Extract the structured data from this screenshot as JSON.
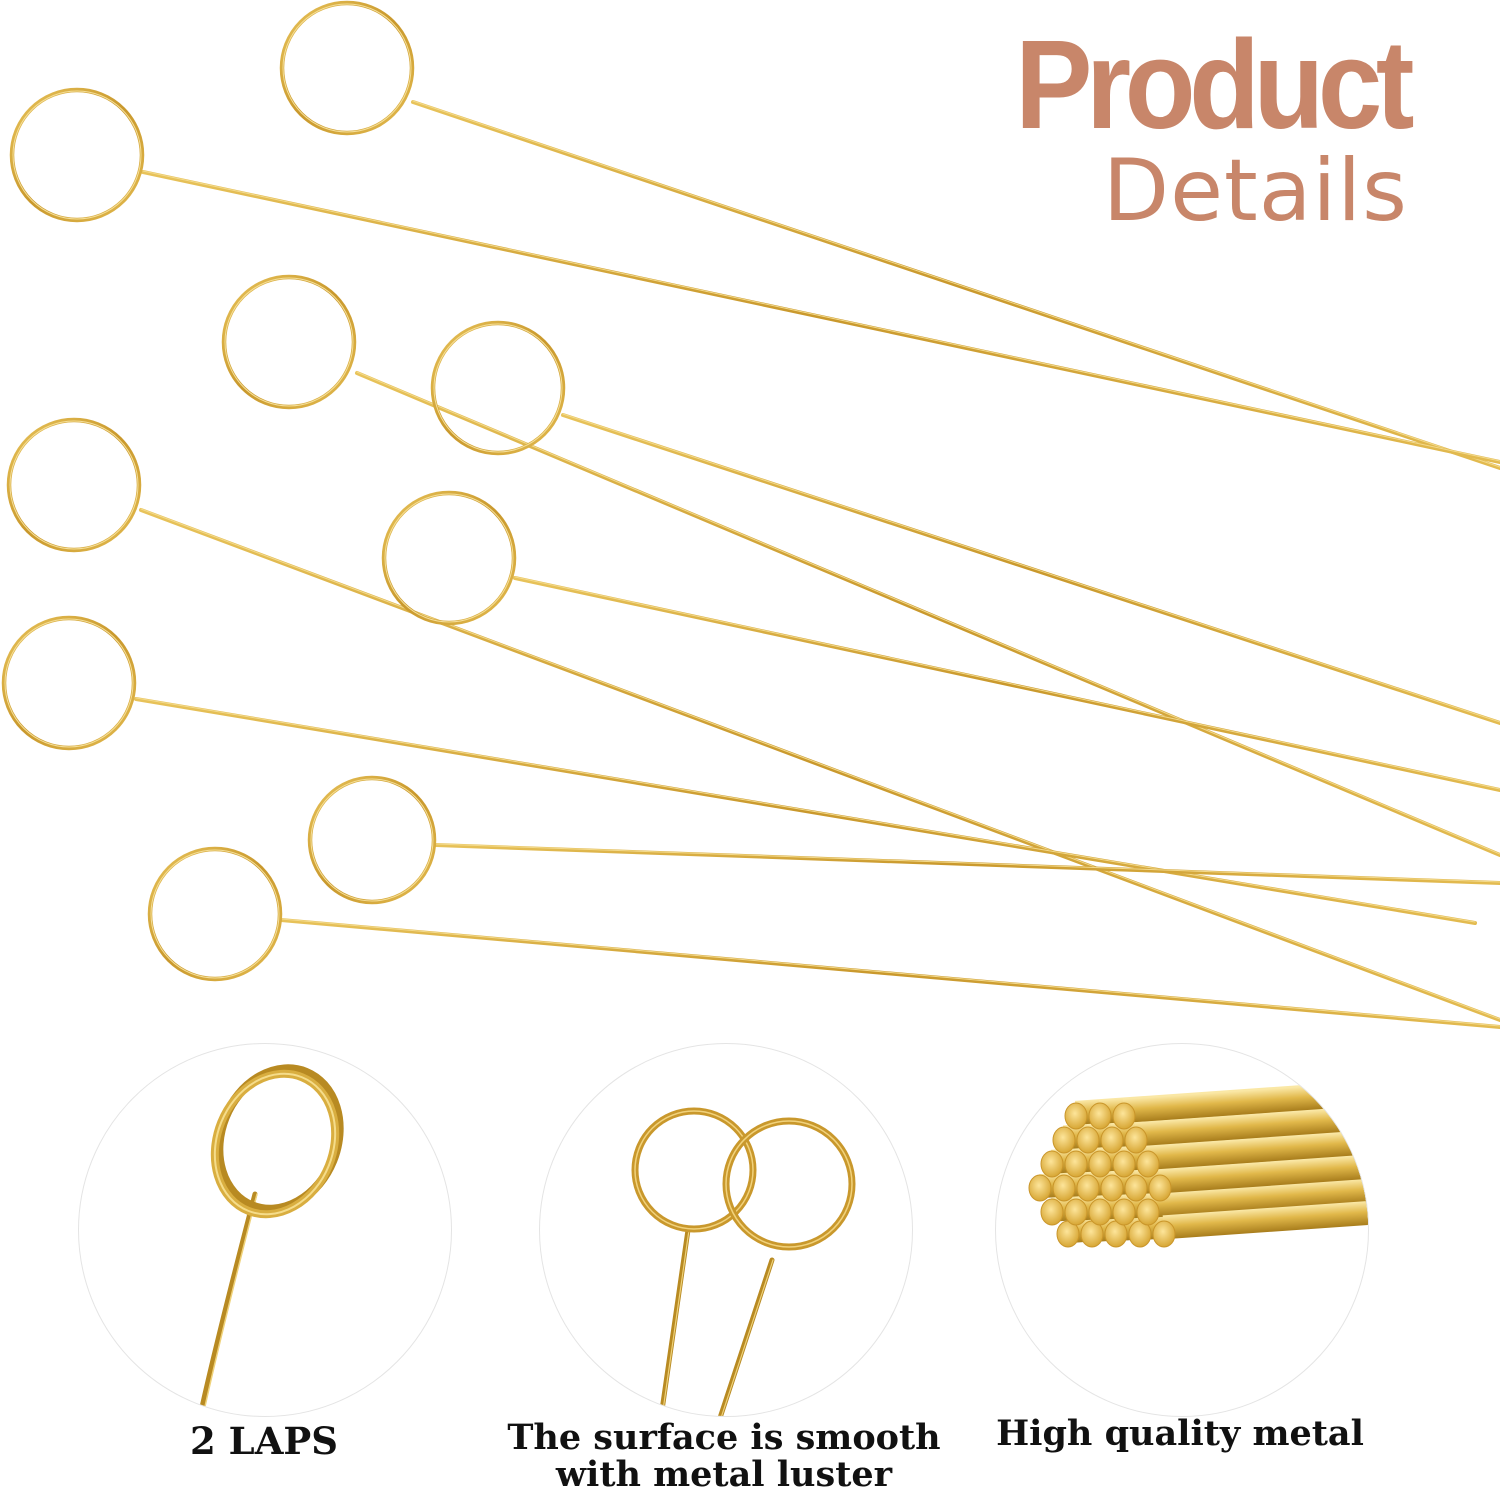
{
  "title": {
    "line1": "Product",
    "line2": "Details",
    "color": "#c8866a"
  },
  "features": [
    {
      "caption": "2 LAPS"
    },
    {
      "caption_line1": "The surface is smooth",
      "caption_line2": "with metal luster"
    },
    {
      "caption": "High quality metal"
    }
  ],
  "colors": {
    "gold": "#d4a93c",
    "gold_dark": "#b88a22",
    "gold_light": "#f2d478",
    "caption": "#111111"
  }
}
